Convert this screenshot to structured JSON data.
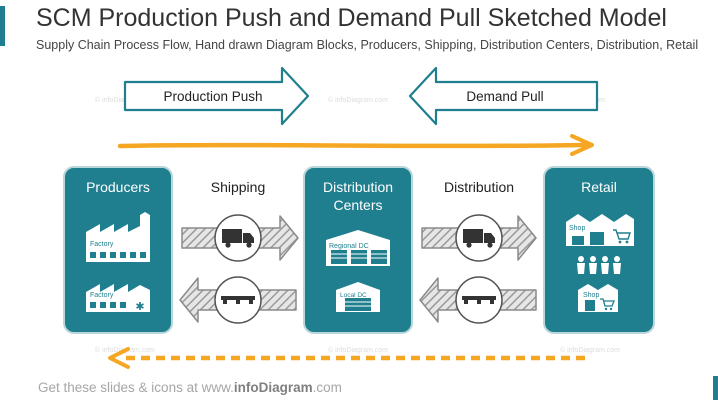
{
  "slide": {
    "title": "SCM Production Push and Demand Pull Sketched Model",
    "subtitle": "Supply Chain Process Flow, Hand drawn Diagram Blocks, Producers, Shipping, Distribution Centers, Distribution, Retail"
  },
  "arrows": {
    "production_push": "Production Push",
    "demand_pull": "Demand Pull"
  },
  "blocks": {
    "producers": {
      "title": "Producers",
      "factory1": "Factory",
      "factory2": "Factory"
    },
    "distribution_centers": {
      "title_line1": "Distribution",
      "title_line2": "Centers",
      "regional": "Regional DC",
      "local": "Local DC"
    },
    "retail": {
      "title": "Retail",
      "shop1": "Shop",
      "shop2": "Shop"
    }
  },
  "flows": {
    "shipping": "Shipping",
    "distribution": "Distribution"
  },
  "watermark": "© infoDiagram.com",
  "footer": {
    "prefix": "Get these slides & icons at www.",
    "brand": "infoDiagram",
    "suffix": ".com"
  },
  "colors": {
    "teal": "#1f7f8f",
    "teal_border": "#16707e",
    "orange": "#f5a623",
    "arrow_outline": "#1f7f8f",
    "hatch": "#9a9a9a"
  }
}
